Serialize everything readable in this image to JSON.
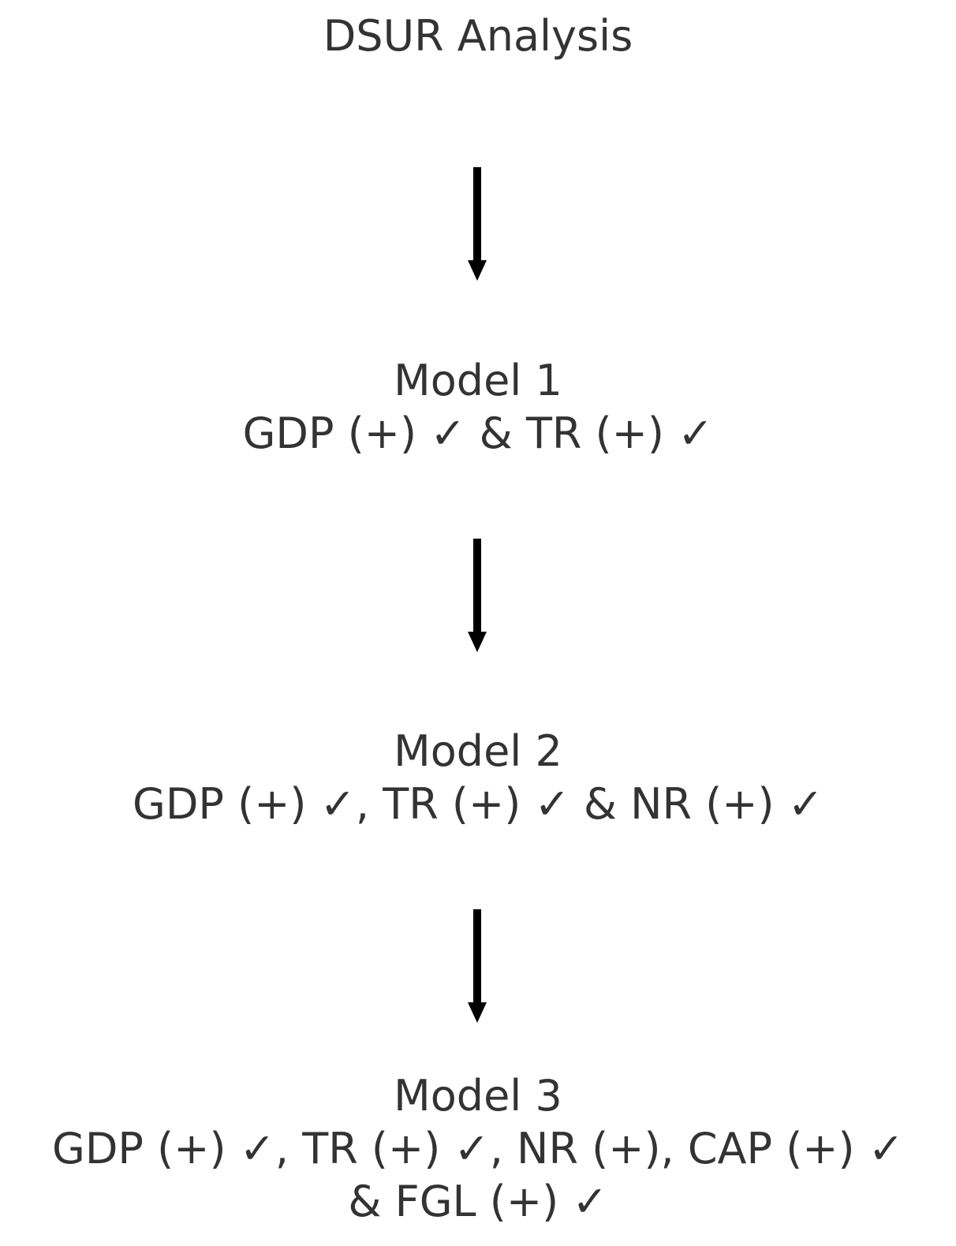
{
  "title": "DSUR Analysis",
  "models": [
    {
      "name": "Model 1",
      "lines": [
        "GDP (+) ✓ & TR (+) ✓"
      ]
    },
    {
      "name": "Model 2",
      "lines": [
        "GDP (+) ✓, TR (+) ✓ & NR (+) ✓"
      ]
    },
    {
      "name": "Model 3",
      "lines": [
        "GDP (+) ✓, TR (+) ✓, NR (+), CAP (+) ✓",
        "& FGL (+) ✓"
      ]
    }
  ],
  "colors": {
    "text": "#333333",
    "arrow": "#000000"
  }
}
